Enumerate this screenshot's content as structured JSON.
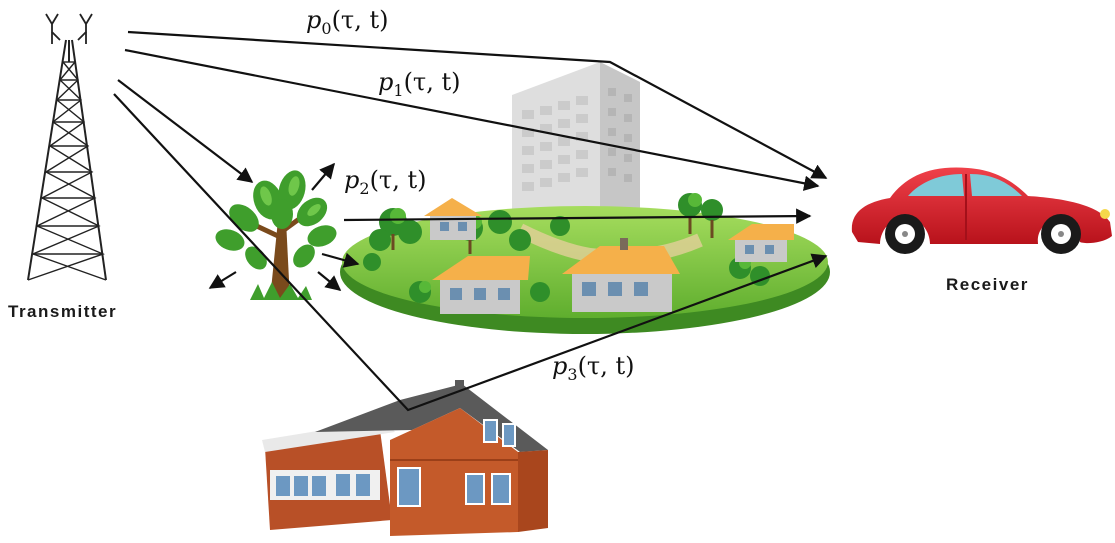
{
  "nodes": {
    "transmitter": "Transmitter",
    "receiver": "Receiver"
  },
  "paths": [
    {
      "symbol": "p",
      "index": "0",
      "args": "(τ, t)"
    },
    {
      "symbol": "p",
      "index": "1",
      "args": "(τ, t)"
    },
    {
      "symbol": "p",
      "index": "2",
      "args": "(τ, t)"
    },
    {
      "symbol": "p",
      "index": "3",
      "args": "(τ, t)"
    }
  ],
  "colors": {
    "car_body": "#e0202a",
    "house_walls": "#c45a2a",
    "roof": "#f3a640",
    "foliage": "#3f9e2c",
    "ground": "#8bcf4a",
    "building": "#d7d7d7"
  }
}
